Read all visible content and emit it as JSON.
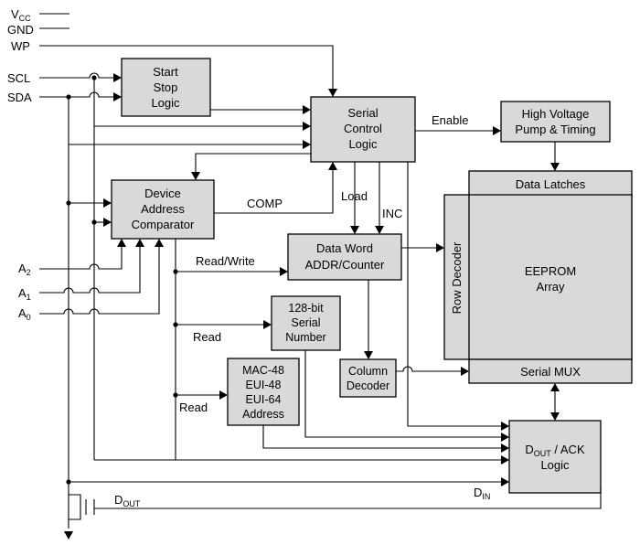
{
  "pins": {
    "vcc": {
      "main": "V",
      "sub": "CC"
    },
    "gnd": "GND",
    "wp": "WP",
    "scl": "SCL",
    "sda": "SDA",
    "a2": {
      "main": "A",
      "sub": "2"
    },
    "a1": {
      "main": "A",
      "sub": "1"
    },
    "a0": {
      "main": "A",
      "sub": "0"
    }
  },
  "blocks": {
    "start_stop": [
      "Start",
      "Stop",
      "Logic"
    ],
    "serial_control": [
      "Serial",
      "Control",
      "Logic"
    ],
    "high_voltage": [
      "High Voltage",
      "Pump & Timing"
    ],
    "device_address": [
      "Device",
      "Address",
      "Comparator"
    ],
    "data_latches": "Data Latches",
    "row_decoder": "Row Decoder",
    "eeprom": [
      "EEPROM",
      "Array"
    ],
    "serial_mux": "Serial MUX",
    "data_word": [
      "Data Word",
      "ADDR/Counter"
    ],
    "serial_number": [
      "128-bit",
      "Serial",
      "Number"
    ],
    "column_decoder": [
      "Column",
      "Decoder"
    ],
    "mac_address": [
      "MAC-48",
      "EUI-48",
      "EUI-64",
      "Address"
    ],
    "dout_ack": {
      "line1_main": "D",
      "line1_sub": "OUT",
      "line1_rest": " / ACK",
      "line2": "Logic"
    }
  },
  "signals": {
    "enable": "Enable",
    "comp": "COMP",
    "load": "Load",
    "inc": "INC",
    "read_write": "Read/Write",
    "read_serial": "Read",
    "read_mac": "Read",
    "dout": {
      "main": "D",
      "sub": "OUT"
    },
    "din": {
      "main": "D",
      "sub": "IN"
    }
  }
}
